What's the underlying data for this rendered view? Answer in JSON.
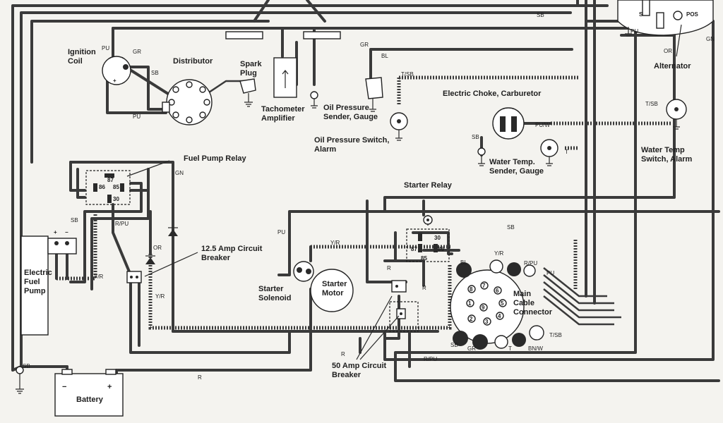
{
  "components": {
    "ignition_coil": "Ignition\nCoil",
    "distributor": "Distributor",
    "spark_plug": "Spark\nPlug",
    "tachometer_amplifier": "Tachometer\nAmplifier",
    "oil_pressure_sender": "Oil Pressure\nSender, Gauge",
    "oil_pressure_switch": "Oil Pressure Switch,\nAlarm",
    "electric_choke": "Electric Choke, Carburetor",
    "water_temp_sender": "Water Temp.\nSender, Gauge",
    "water_temp_switch": "Water Temp\nSwitch, Alarm",
    "alternator": "Alternator",
    "fuel_pump_relay": "Fuel Pump Relay",
    "electric_fuel_pump": "Electric\nFuel\nPump",
    "circuit_breaker_12_5": "12.5 Amp Circuit\nBreaker",
    "starter_relay": "Starter Relay",
    "starter_solenoid": "Starter\nSolenoid",
    "starter_motor": "Starter\nMotor",
    "main_cable_connector": "Main\nCable\nConnector",
    "circuit_breaker_50": "50 Amp Circuit\nBreaker",
    "battery": "Battery"
  },
  "terminals": {
    "relay_87": "87",
    "relay_86": "86",
    "relay_85": "85",
    "relay_30": "30",
    "starter_30": "30",
    "starter_87": "87",
    "starter_86": "86",
    "starter_85": "85",
    "alt_s": "S",
    "alt_pos": "POS",
    "batt_neg": "−",
    "batt_pos": "+",
    "pump_pos": "+",
    "pump_neg": "−",
    "coil_pos": "+",
    "conn_1": "1",
    "conn_2": "2",
    "conn_3": "3",
    "conn_4": "4",
    "conn_5": "5",
    "conn_6": "6",
    "conn_7": "7",
    "conn_8": "8",
    "conn_9": "9"
  },
  "wire_codes": {
    "sb_top": "SB",
    "gr_top": "GR",
    "gn_right": "GN",
    "pu_coil": "PU",
    "gr_coil": "GR",
    "sb_coil": "SB",
    "pu_dist": "PU",
    "bl_oil": "BL",
    "tsb_oil": "T/SB",
    "tsb_water": "T/SB",
    "puw_choke": "PU/W",
    "sb_choke": "SB",
    "t_temp": "T",
    "pu_alt": "PU",
    "or_alt": "OR",
    "gn_relay": "GN",
    "sb_relay": "SB",
    "rpu_relay": "R/PU",
    "or_relay": "OR",
    "yr_pump": "Y/R",
    "yr_breaker": "Y/R",
    "yr_solenoid": "Y/R",
    "pu_solenoid": "PU",
    "r_solenoid": "R",
    "sb_starter": "SB",
    "yr_conn": "Y/R",
    "bl_conn": "BL",
    "rpu_conn": "R/PU",
    "pu_conn": "PU",
    "tsb_conn": "T/SB",
    "bnw_conn": "BN/W",
    "t_conn": "T",
    "gr_conn": "GR",
    "sb_conn": "SB",
    "r_breaker": "R",
    "r_battery": "R",
    "rpu_bottom": "R/PU",
    "sb_battery": "SB",
    "r_ign": "R"
  },
  "colors": {
    "wire": "#3a3a3a",
    "paper": "#f4f3ef",
    "ink": "#1e1e1e"
  }
}
